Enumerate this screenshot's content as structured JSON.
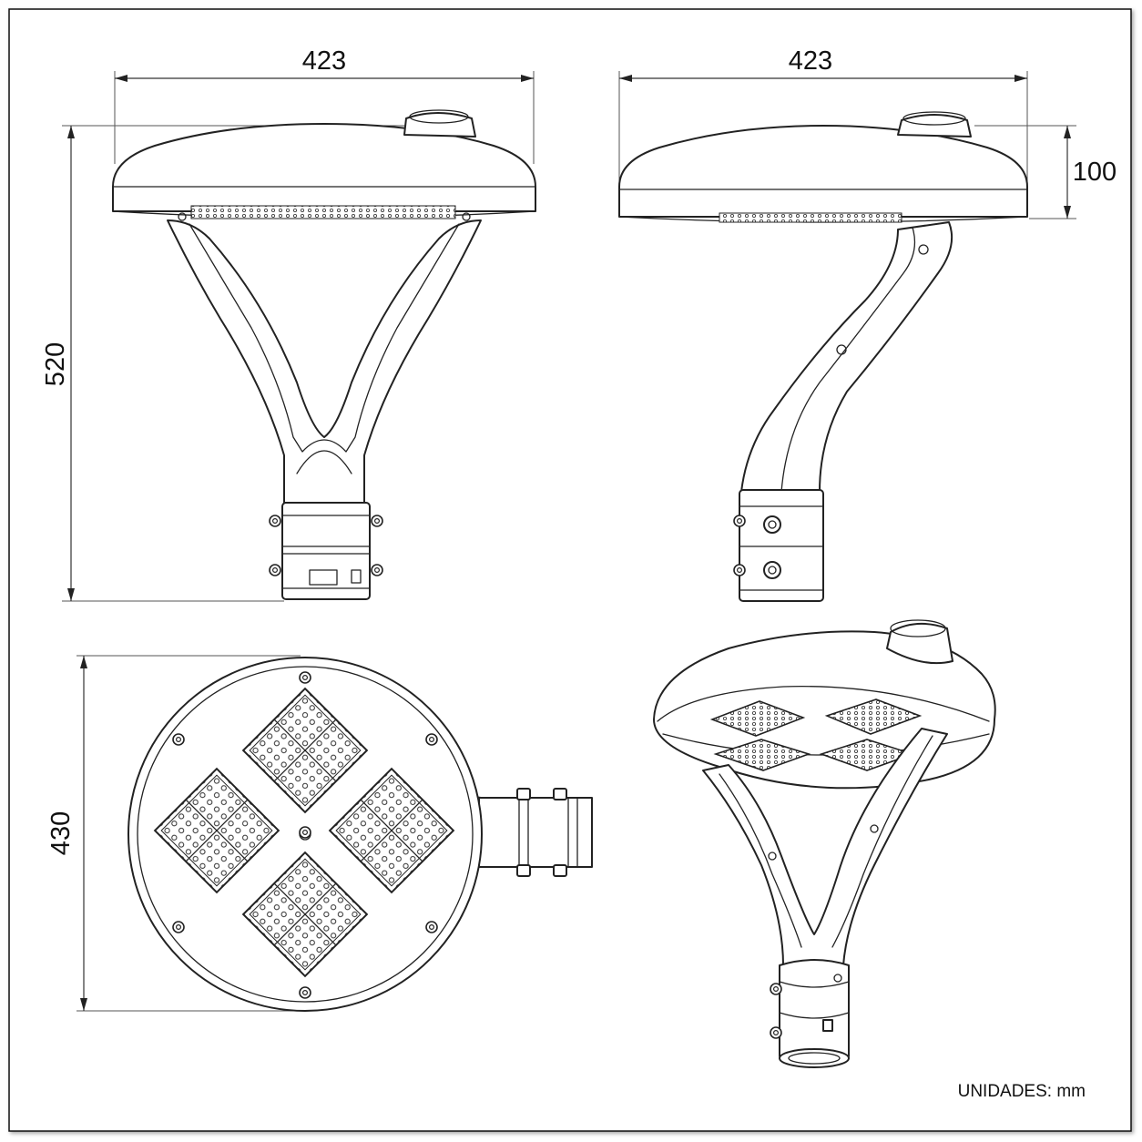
{
  "dimensions": {
    "front_width": "423",
    "side_width": "423",
    "side_head_height": "100",
    "total_height": "520",
    "top_diameter": "430"
  },
  "units_label": "UNIDADES: mm"
}
